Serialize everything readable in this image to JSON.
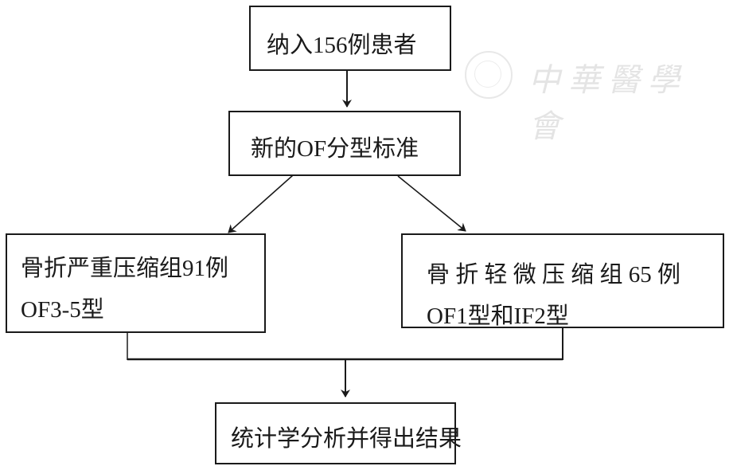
{
  "flowchart": {
    "step1": "纳入156例患者",
    "step2": "新的OF分型标准",
    "left_group": {
      "line1": "骨折严重压缩组91例",
      "line2": "OF3-5型"
    },
    "right_group": {
      "line1": "骨 折 轻 微 压 缩 组 65 例",
      "line2": "OF1型和IF2型"
    },
    "final": "统计学分析并得出结果"
  },
  "watermark": {
    "text": "中華醫學會",
    "icon": "society-seal-icon"
  },
  "colors": {
    "ink": "#1a1a1a",
    "background": "#ffffff"
  }
}
